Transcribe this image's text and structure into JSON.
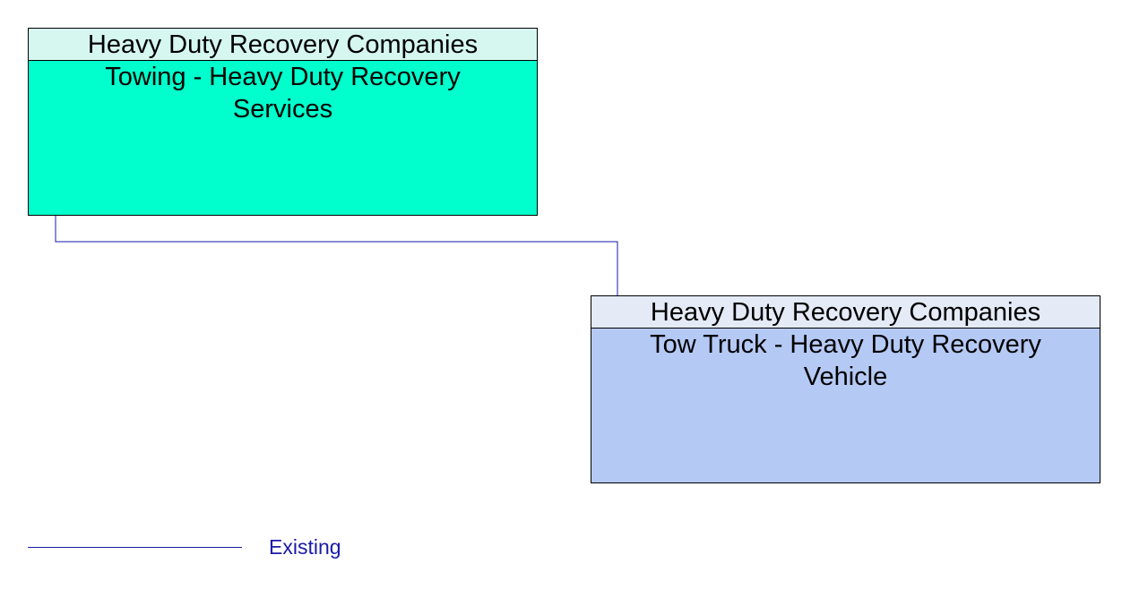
{
  "nodes": [
    {
      "header": "Heavy Duty Recovery Companies",
      "body": "Towing - Heavy Duty Recovery Services",
      "header_color": "#d5f7f0",
      "body_color": "#00ffcc"
    },
    {
      "header": "Heavy Duty Recovery Companies",
      "body": "Tow Truck - Heavy Duty Recovery Vehicle",
      "header_color": "#e4eaf6",
      "body_color": "#b5c9f5"
    }
  ],
  "legend": {
    "label": "Existing",
    "line_color": "#1a1aa8"
  },
  "connector_color": "#1a1aa8"
}
